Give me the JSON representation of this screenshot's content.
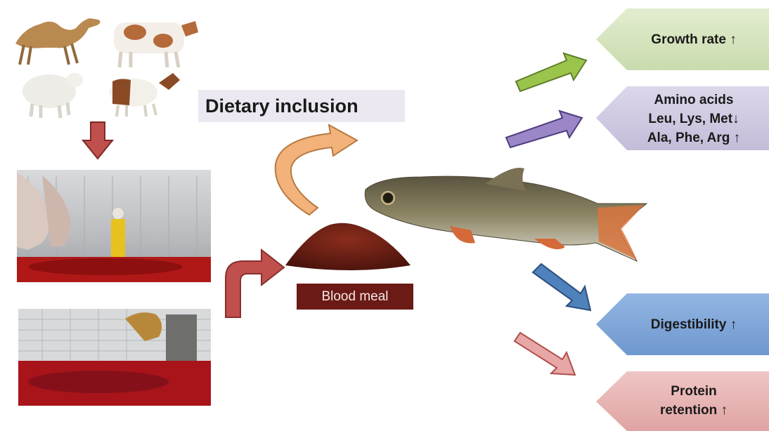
{
  "labels": {
    "dietary_inclusion": "Dietary inclusion",
    "blood_meal": "Blood meal"
  },
  "outcomes": {
    "growth_rate": "Growth rate ↑",
    "amino_title": "Amino acids",
    "amino_line1": "Leu, Lys, Met↓",
    "amino_line2": "Ala, Phe, Arg ↑",
    "digestibility": "Digestibility ↑",
    "protein_line1": "Protein",
    "protein_line2": "retention ↑"
  },
  "colors": {
    "growth_fill": "#d6e4bf",
    "amino_fill": "#cfc9df",
    "digest_fill": "#7fa7d9",
    "protein_fill": "#e7b6b5",
    "green_arrow": "#9bc44c",
    "purple_arrow": "#9b86c7",
    "blue_arrow": "#4f81bd",
    "red_arrow": "#c0504d",
    "orange_arrow": "#f2b27a",
    "blood_meal_box": "#6b1a16"
  },
  "icons": {
    "camel": "camel-image",
    "cow": "cow-image",
    "sheep": "sheep-image",
    "goat": "goat-image",
    "slaughterhouse_1": "slaughterhouse-photo",
    "slaughterhouse_2": "slaughterhouse-photo",
    "blood_meal_pile": "powder-pile-image",
    "fish": "fish-image"
  }
}
